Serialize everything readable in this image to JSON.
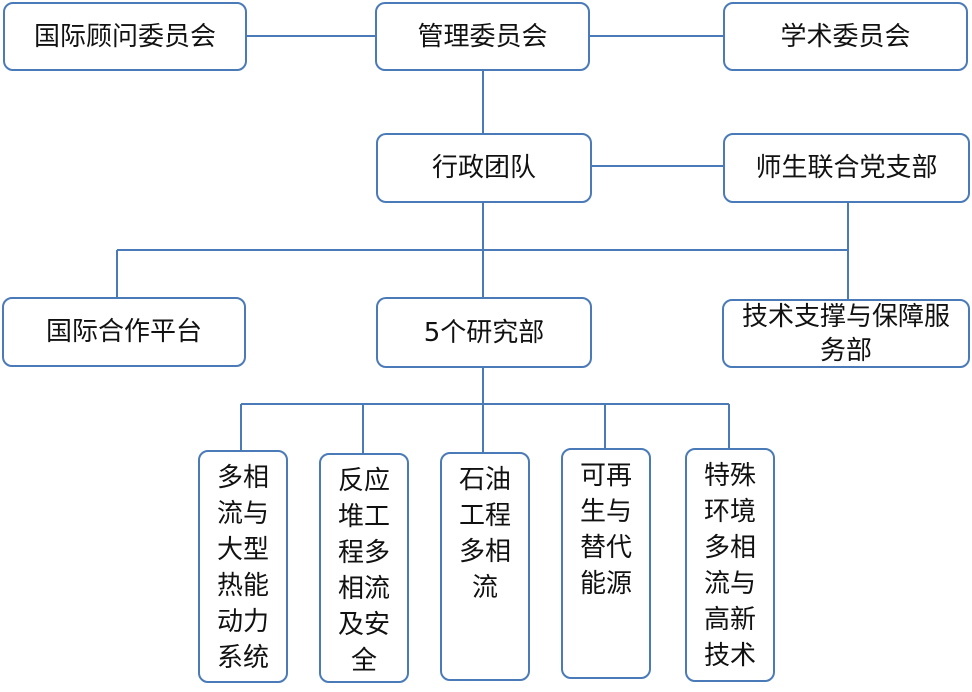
{
  "nodes": {
    "international_advisory": "国际顾问委员会",
    "management": "管理委员会",
    "academic": "学术委员会",
    "admin_team": "行政团队",
    "party_branch": "师生联合党支部",
    "intl_cooperation": "国际合作平台",
    "research_depts": "5个研究部",
    "tech_support": "技术支撑与保障服务部",
    "dept_multiphase": "多相流与大型热能动力系统",
    "dept_reactor": "反应堆工程多相流及安全",
    "dept_petroleum": "石油工程多相流",
    "dept_renewable": "可再生与替代能源",
    "dept_special": "特殊环境多相流与高新技术"
  },
  "colors": {
    "border": "#4a7ab8",
    "connector": "#4a7ab8"
  }
}
